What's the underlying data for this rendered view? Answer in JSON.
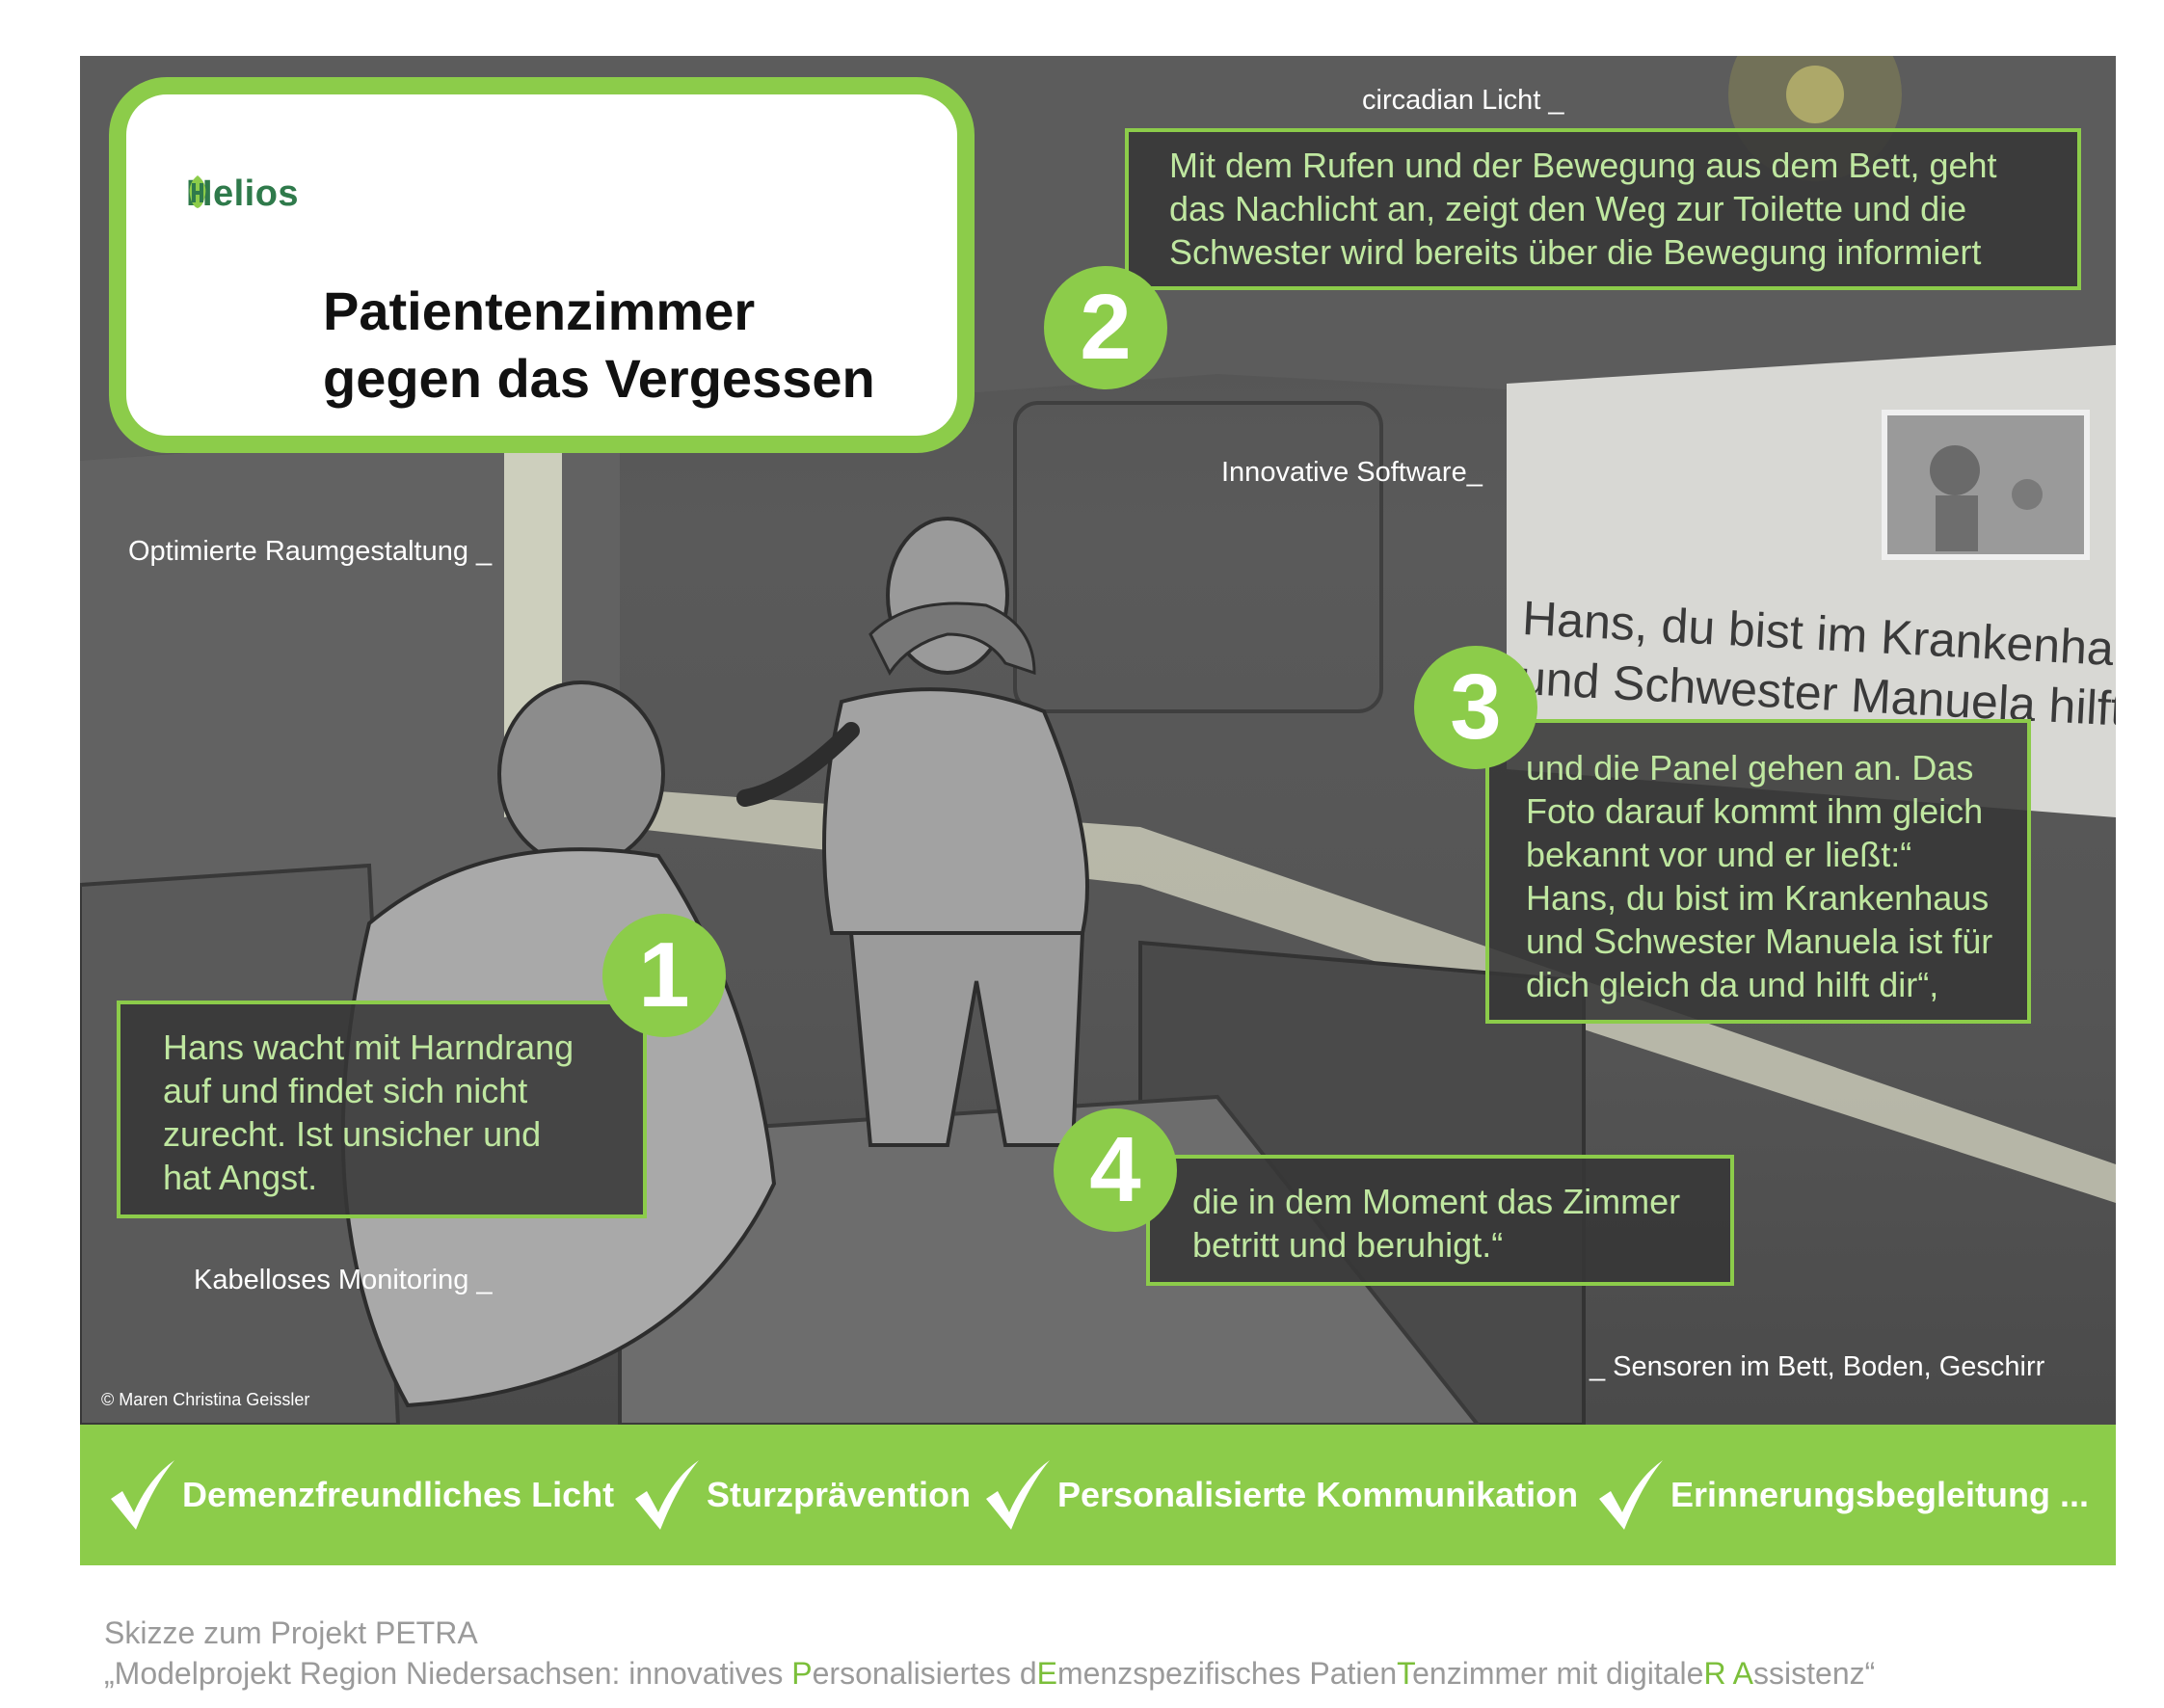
{
  "brand": {
    "name": "Helios",
    "accent_color": "#8ccc4a",
    "logo_color": "#2f7a4b"
  },
  "title": {
    "line1": "Patientenzimmer",
    "line2": "gegen das Vergessen"
  },
  "labels": {
    "circadian": "circadian Licht _",
    "software": "Innovative Software_",
    "room": "Optimierte Raumgestaltung _",
    "monitoring": "Kabelloses Monitoring _",
    "sensors": "_ Sensoren im Bett, Boden, Geschirr"
  },
  "callouts": [
    {
      "number": "1",
      "lines": [
        "Hans wacht mit Harndrang",
        "auf und findet sich nicht",
        "zurecht. Ist unsicher und",
        "hat Angst."
      ]
    },
    {
      "number": "2",
      "lines": [
        "Mit dem Rufen und der Bewegung aus dem Bett, geht",
        "das Nachlicht an, zeigt den Weg zur Toilette und die",
        "Schwester wird bereits über die Bewegung informiert"
      ]
    },
    {
      "number": "3",
      "lines": [
        "und die Panel gehen an. Das",
        "Foto darauf kommt ihm gleich",
        "bekannt vor und er ließt:“",
        "Hans, du bist im Krankenhaus",
        "und Schwester Manuela ist für",
        "dich gleich da und hilft dir“,"
      ]
    },
    {
      "number": "4",
      "lines": [
        "die in dem Moment das Zimmer",
        "betritt und beruhigt.“"
      ]
    }
  ],
  "wall_panel": {
    "line1": "Hans, du bist im Krankenhaus",
    "line2": "und Schwester Manuela hilft Dir"
  },
  "copyright": "© Maren Christina Geissler",
  "benefits": [
    {
      "icon": "check-icon",
      "label": "Demenzfreundliches Licht"
    },
    {
      "icon": "check-icon",
      "label": "Sturzprävention"
    },
    {
      "icon": "check-icon",
      "label": "Personalisierte Kommunikation"
    },
    {
      "icon": "check-icon",
      "label": "Erinnerungsbegleitung ..."
    }
  ],
  "footer": {
    "line1": "Skizze zum Projekt PETRA",
    "line2_parts": [
      "„Modelprojekt Region Niedersachsen: innovatives ",
      "P",
      "ersonalisiertes d",
      "E",
      "menzspezifisches Patien",
      "T",
      "enzimmer mit digitale",
      "R",
      " ",
      "A",
      "ssistenz“"
    ]
  }
}
